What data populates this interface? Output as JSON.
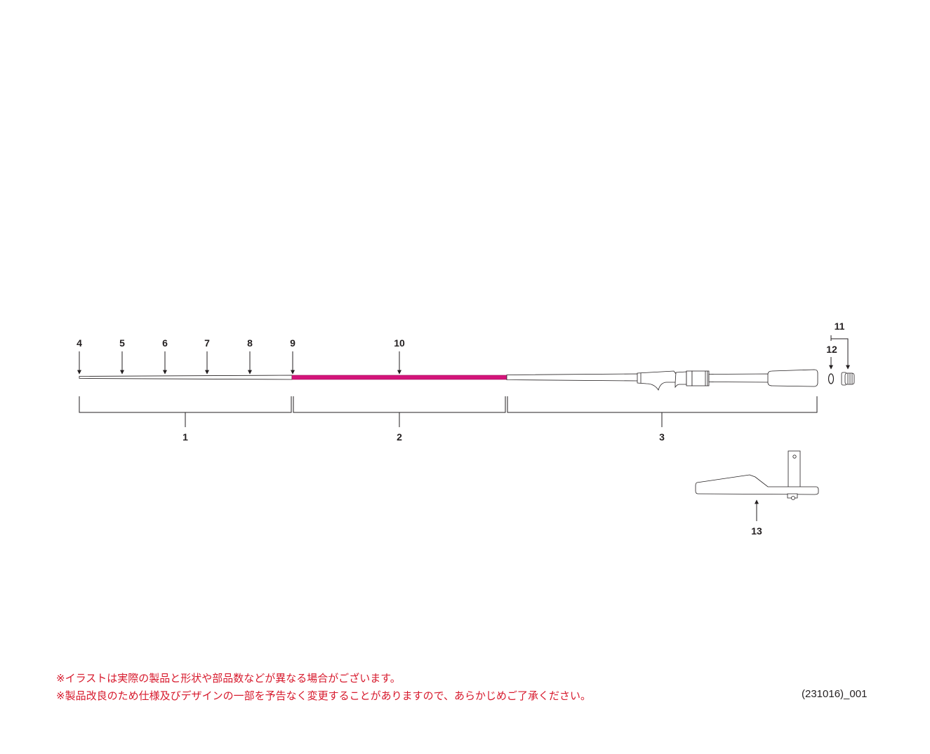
{
  "diagram": {
    "part_numbers": {
      "p1": "1",
      "p2": "2",
      "p3": "3",
      "p4": "4",
      "p5": "5",
      "p6": "6",
      "p7": "7",
      "p8": "8",
      "p9": "9",
      "p10": "10",
      "p11": "11",
      "p12": "12",
      "p13": "13"
    },
    "colors": {
      "line": "#231f20",
      "section_2_accent": "#d4147a",
      "note_text": "#d7192c"
    }
  },
  "notes": {
    "line1": "※イラストは実際の製品と形状や部品数などが異なる場合がございます。",
    "line2": "※製品改良のため仕様及びデザインの一部を予告なく変更することがありますので、あらかじめご了承ください。"
  },
  "document_code": "(231016)_001"
}
